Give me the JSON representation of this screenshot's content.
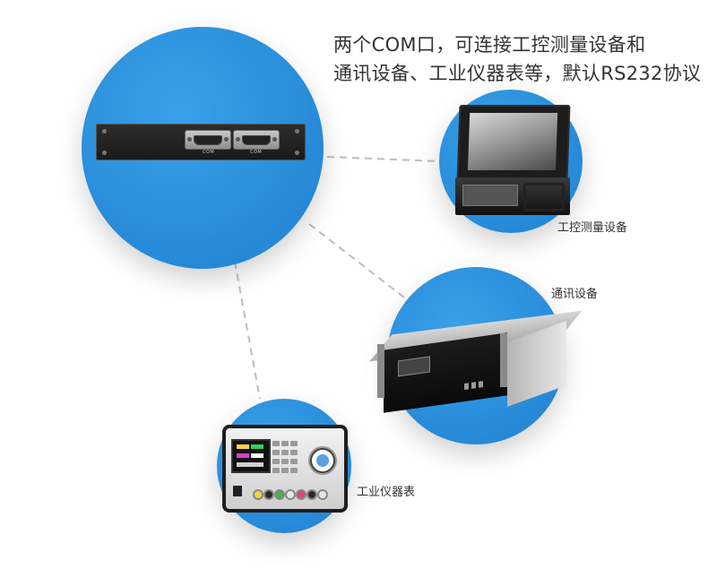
{
  "headline": {
    "line1": "两个COM口，可连接工控测量设备和",
    "line2": "通讯设备、工业仪器表等，默认RS232协议"
  },
  "panel": {
    "port1_label": "COM",
    "port2_label": "COM"
  },
  "captions": {
    "industrial_measurement": "工控测量设备",
    "communication": "通讯设备",
    "industrial_instrument": "工业仪器表"
  },
  "colors": {
    "circle_blue": "#2b8fdc",
    "connector_gray": "#bdbdbd",
    "text": "#333333"
  }
}
